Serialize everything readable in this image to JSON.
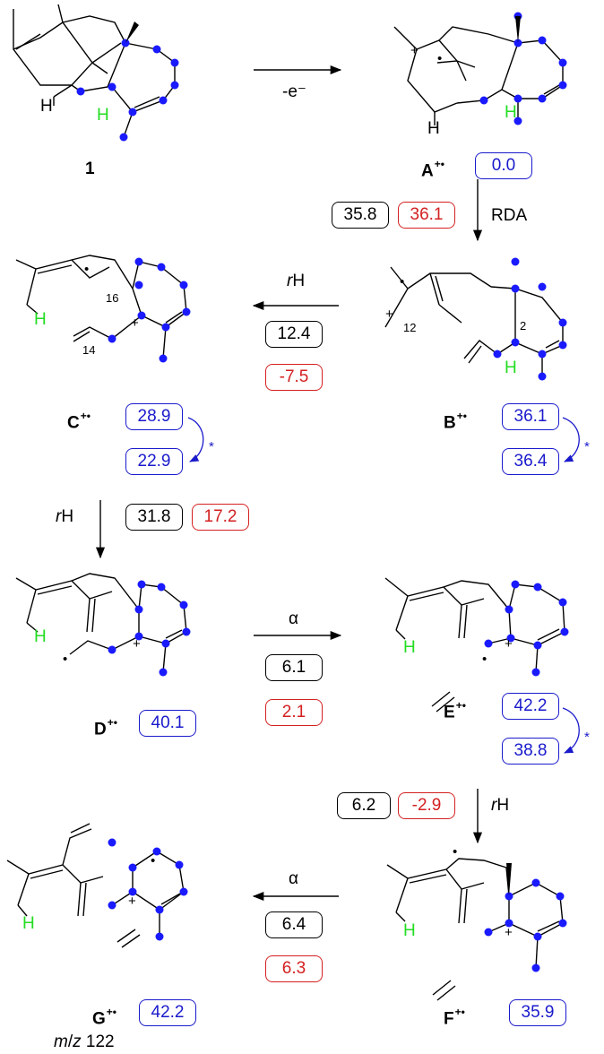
{
  "colors": {
    "black_box": "#000000",
    "red_box": "#d42020",
    "blue_box": "#1a1acc",
    "atom_dot": "#1a1aff",
    "hydrogen": "#22dd22"
  },
  "compounds": {
    "c1": "1",
    "A": "A",
    "B": "B",
    "C": "C",
    "D": "D",
    "E": "E",
    "F": "F",
    "G": "G",
    "radical_cation": "+•"
  },
  "step_labels": {
    "ionization": "-e⁻",
    "rda": "RDA",
    "rH_r": "r",
    "rH_h": "H",
    "alpha": "α",
    "star": "*"
  },
  "energies": {
    "A_rel": "0.0",
    "A_B_black": "35.8",
    "A_B_red": "36.1",
    "B_rel1": "36.1",
    "B_rel2": "36.4",
    "B_C_black": "12.4",
    "B_C_red": "-7.5",
    "C_rel1": "28.9",
    "C_rel2": "22.9",
    "C_D_black": "31.8",
    "C_D_red": "17.2",
    "D_rel": "40.1",
    "D_E_black": "6.1",
    "D_E_red": "2.1",
    "E_rel1": "42.2",
    "E_rel2": "38.8",
    "E_F_black": "6.2",
    "E_F_red": "-2.9",
    "F_rel": "35.9",
    "F_G_black": "6.4",
    "F_G_red": "6.3",
    "G_rel": "42.2"
  },
  "atom_labels": {
    "H": "H",
    "plus": "+",
    "radical_dot": "•",
    "n2": "2",
    "n12": "12",
    "n14": "14",
    "n16": "16"
  },
  "mz": {
    "m": "m",
    "z": "z",
    "value": "122"
  }
}
